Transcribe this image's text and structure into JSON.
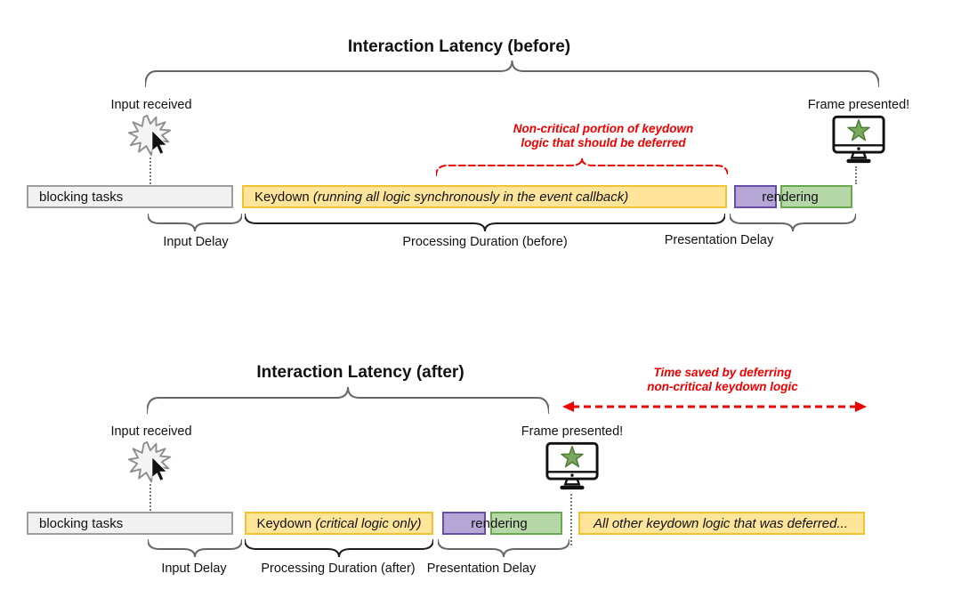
{
  "colors": {
    "yellow_fill": "#FFE599",
    "yellow_border": "#F1C232",
    "purple_fill": "#B4A7D6",
    "purple_border": "#674EA7",
    "green_fill": "#B6D7A8",
    "green_border": "#6AA84F",
    "grey_fill": "#F1F1F1",
    "grey_border": "#9E9E9E",
    "red": "#EE0000",
    "brace_grey": "#666666",
    "brace_dark": "#1d1d1d"
  },
  "before": {
    "title": "Interaction Latency (before)",
    "input_received": "Input received",
    "frame_presented": "Frame presented!",
    "annotation": {
      "line1": "Non-critical portion of keydown",
      "line2": "logic that should be deferred"
    },
    "bars": {
      "blocking": "blocking tasks",
      "keydown_prefix": "Keydown",
      "keydown_detail": "(running all logic synchronously in the event callback)",
      "rendering": "rendering"
    },
    "labels": {
      "input_delay": "Input Delay",
      "processing": "Processing Duration (before)",
      "presentation": "Presentation Delay"
    }
  },
  "after": {
    "title": "Interaction Latency (after)",
    "input_received": "Input received",
    "frame_presented": "Frame presented!",
    "annotation": {
      "line1": "Time saved by deferring",
      "line2": "non-critical keydown logic"
    },
    "bars": {
      "blocking": "blocking tasks",
      "keydown_prefix": "Keydown",
      "keydown_detail": "(critical logic only)",
      "rendering": "rendering",
      "deferred": "All other keydown logic that was deferred..."
    },
    "labels": {
      "input_delay": "Input Delay",
      "processing": "Processing Duration (after)",
      "presentation": "Presentation Delay"
    }
  }
}
